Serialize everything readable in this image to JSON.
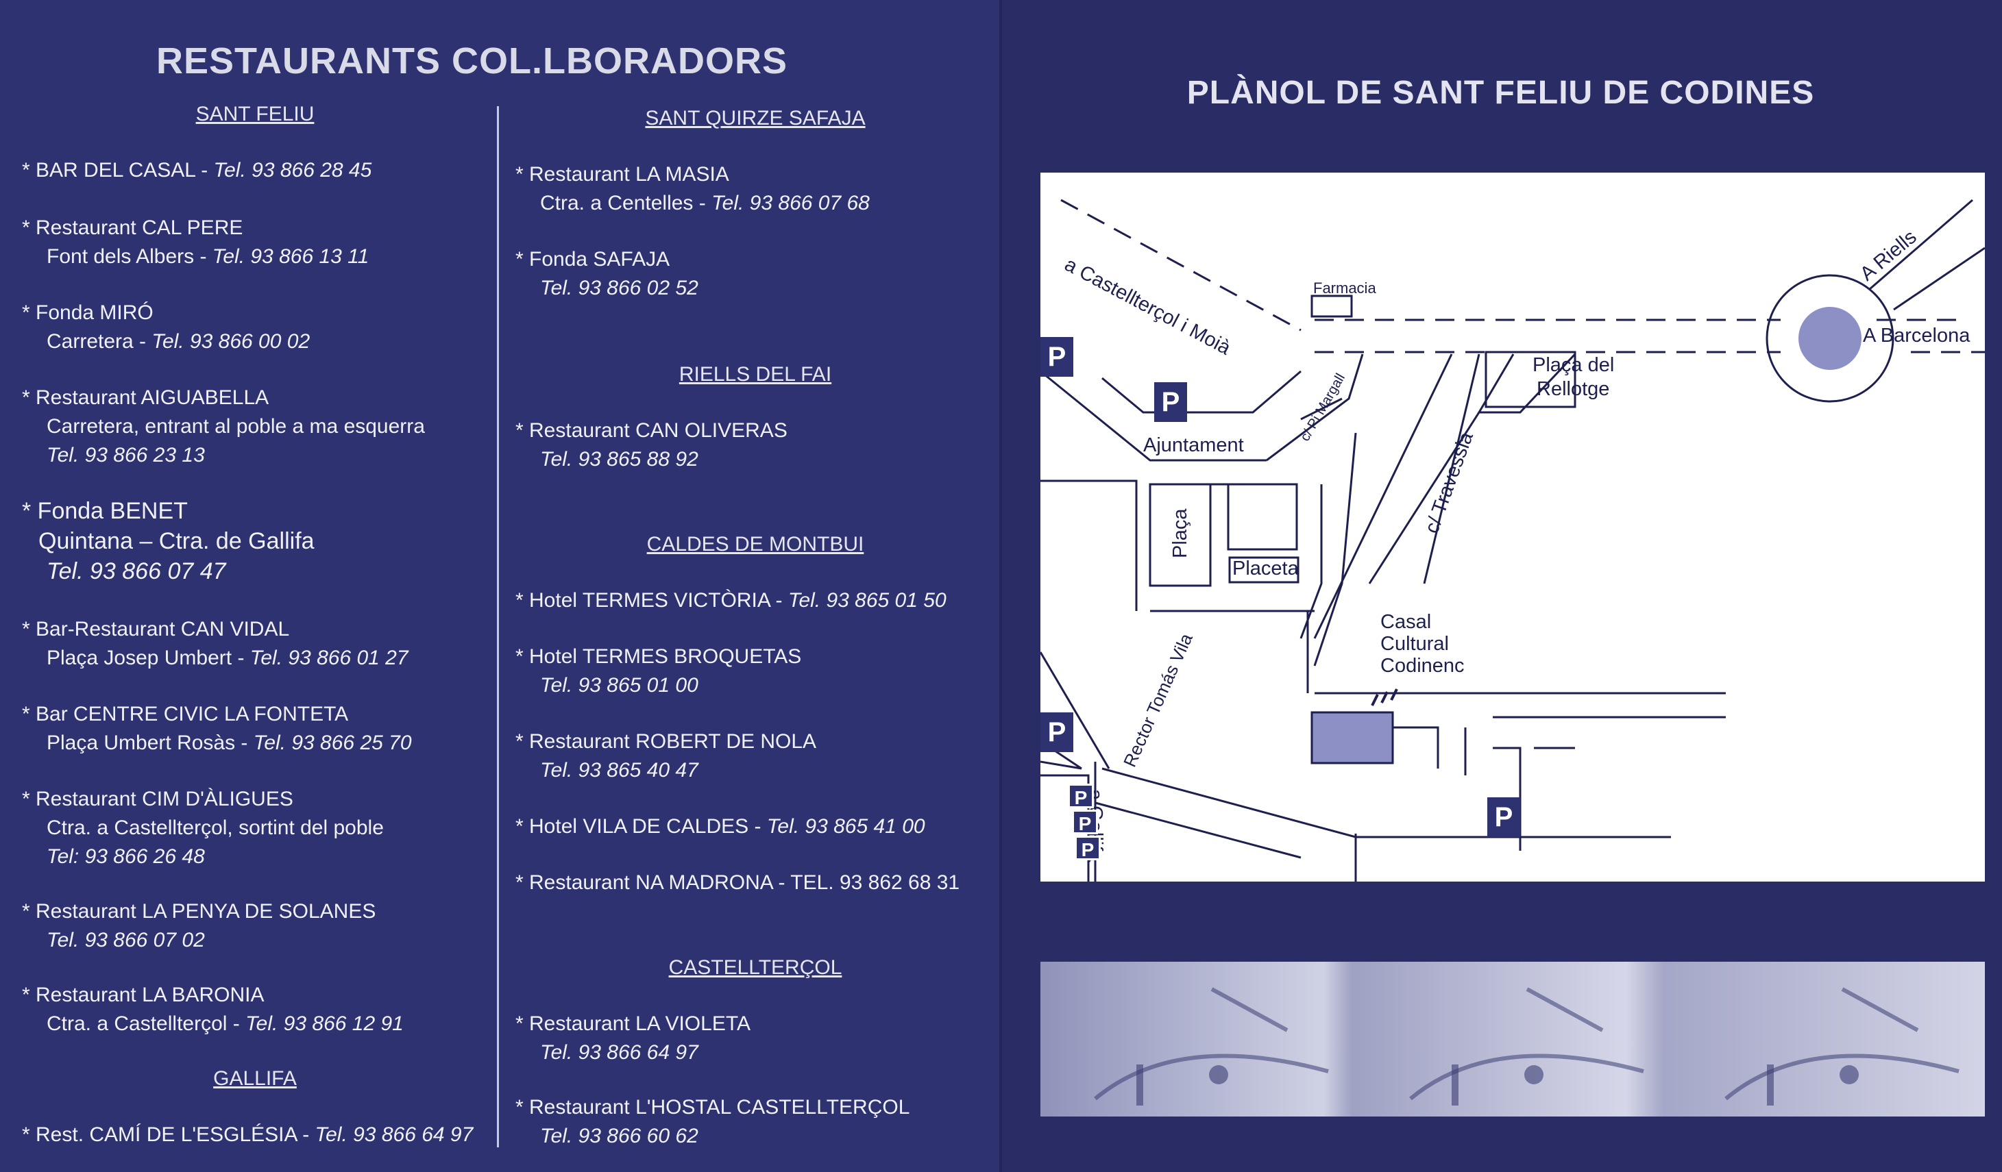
{
  "left": {
    "title": "RESTAURANTS COL.LBORADORS",
    "col1": [
      {
        "town": "SANT FELIU"
      },
      {
        "lines": [
          "* BAR DEL CASAL - ",
          "Tel. 93 866 28 45"
        ]
      },
      {
        "lines": [
          "* Restaurant CAL PERE",
          "Font dels Albers - ",
          "Tel. 93 866 13 11"
        ]
      },
      {
        "lines": [
          "* Fonda MIRÓ",
          "Carretera - ",
          "Tel. 93 866 00 02"
        ]
      },
      {
        "lines": [
          "* Restaurant AIGUABELLA",
          "Carretera, entrant al poble a ma esquerra",
          "Tel. 93 866 23 13"
        ]
      },
      {
        "lines": [
          "* Fonda BENET",
          "Quintana – Ctra. de Gallifa",
          "Tel. 93 866 07 47"
        ]
      },
      {
        "lines": [
          "* Bar-Restaurant CAN VIDAL",
          "Plaça Josep Umbert - ",
          "Tel. 93 866 01 27"
        ]
      },
      {
        "lines": [
          "* Bar CENTRE CIVIC LA FONTETA",
          "Plaça Umbert Rosàs - ",
          "Tel. 93 866 25 70"
        ]
      },
      {
        "lines": [
          "* Restaurant CIM D'ÀLIGUES",
          "Ctra. a Castellterçol, sortint del poble",
          "Tel: 93 866 26 48"
        ]
      },
      {
        "lines": [
          "* Restaurant LA PENYA DE SOLANES",
          "Tel. 93 866 07 02"
        ]
      },
      {
        "lines": [
          "* Restaurant LA BARONIA",
          "Ctra. a Castellterçol - ",
          "Tel. 93 866 12 91"
        ]
      },
      {
        "town": "GALLIFA"
      },
      {
        "lines": [
          "* Rest. CAMÍ DE L'ESGLÉSIA - ",
          "Tel. 93 866 64 97"
        ]
      }
    ],
    "col2": [
      {
        "town": "SANT QUIRZE SAFAJA"
      },
      {
        "lines": [
          "* Restaurant LA MASIA",
          "Ctra. a Centelles - ",
          "Tel. 93 866 07 68"
        ]
      },
      {
        "lines": [
          "* Fonda SAFAJA",
          "Tel. 93 866 02 52"
        ]
      },
      {
        "town": "RIELLS DEL FAI"
      },
      {
        "lines": [
          "* Restaurant CAN OLIVERAS",
          "Tel. 93 865 88 92"
        ]
      },
      {
        "town": "CALDES DE MONTBUI"
      },
      {
        "lines": [
          "* Hotel TERMES VICTÒRIA  - ",
          "Tel. 93 865 01 50"
        ]
      },
      {
        "lines": [
          "* Hotel TERMES BROQUETAS",
          "Tel. 93 865 01 00"
        ]
      },
      {
        "lines": [
          "* Restaurant ROBERT DE NOLA",
          "Tel. 93 865 40 47"
        ]
      },
      {
        "lines": [
          "* Hotel VILA DE CALDES - ",
          "Tel. 93 865 41 00"
        ]
      },
      {
        "lines": [
          "* Restaurant NA MADRONA - TEL. 93 862 68 31"
        ]
      },
      {
        "town": "CASTELLTERÇOL"
      },
      {
        "lines": [
          "* Restaurant LA VIOLETA",
          "Tel. 93 866 64 97"
        ]
      },
      {
        "lines": [
          "* Restaurant L'HOSTAL CASTELLTERÇOL",
          "Tel. 93 866 60 62"
        ]
      }
    ]
  },
  "right": {
    "title": "PLÀNOL DE SANT FELIU DE CODINES",
    "map": {
      "labels": {
        "castellterçol": "a Castellterçol i Moià",
        "farmacia": "Farmacia",
        "riells": "A Riells",
        "barcelona": "A Barcelona",
        "placa_rellotge_1": "Plaça del",
        "placa_rellotge_2": "Rellotge",
        "ajuntament": "Ajuntament",
        "pi_margall": "c/ Pi Margall",
        "travessia": "c/ Travessia",
        "placa": "Plaça",
        "placeta": "Placeta",
        "casal_1": "Casal",
        "casal_2": "Cultural",
        "casal_3": "Codinenc",
        "rector": "Rector Tomás Vila",
        "gallifa": "a Gallifa",
        "parking": "P"
      },
      "colors": {
        "accent": "#2f3270",
        "marker": "#8d90c4",
        "line": "#1d1f4f"
      }
    }
  }
}
